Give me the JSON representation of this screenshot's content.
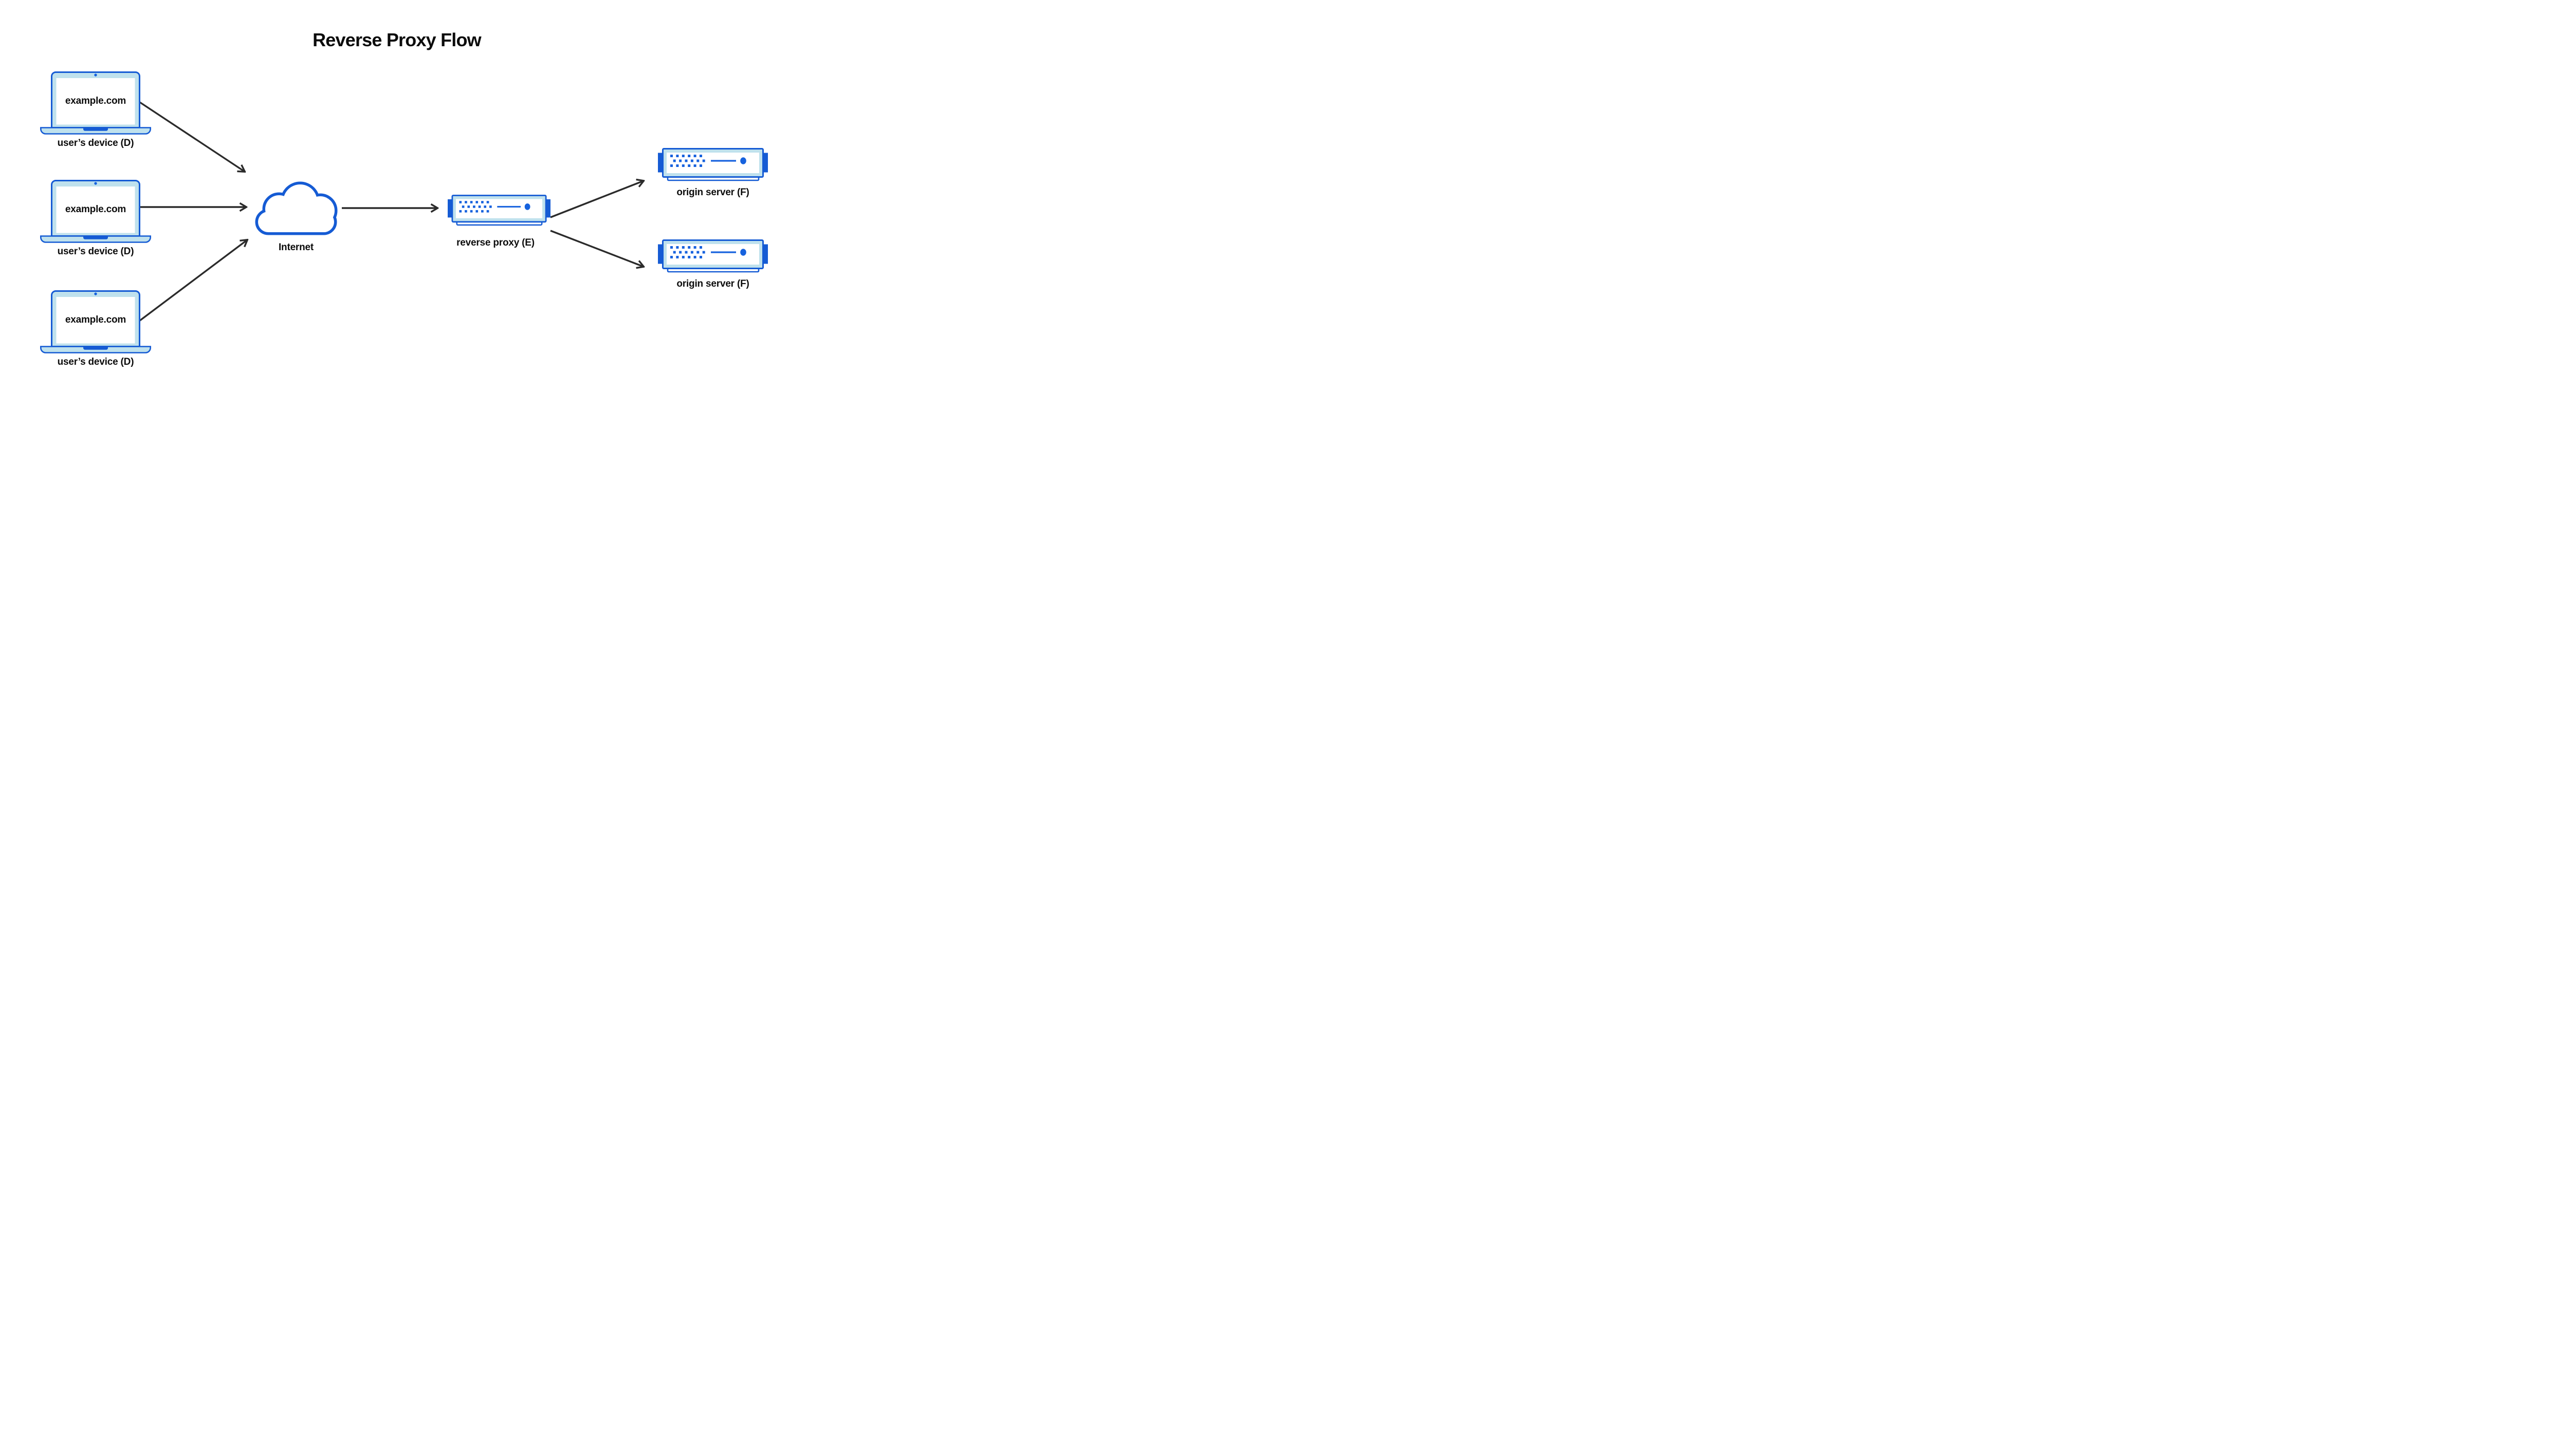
{
  "title": "Reverse Proxy Flow",
  "nodes": {
    "devices": [
      {
        "screen_text": "example.com",
        "label": "user’s device (D)"
      },
      {
        "screen_text": "example.com",
        "label": "user’s device (D)"
      },
      {
        "screen_text": "example.com",
        "label": "user’s device (D)"
      }
    ],
    "internet": {
      "label": "Internet"
    },
    "reverse_proxy": {
      "label": "reverse proxy (E)"
    },
    "origin_servers": [
      {
        "label": "origin server (F)"
      },
      {
        "label": "origin server (F)"
      }
    ]
  },
  "colors": {
    "outline_blue": "#155bd4",
    "accent_blue": "#1662de",
    "light_blue": "#bfe1ed",
    "arrow": "#2b2b2b",
    "text": "#0c0c0c",
    "background": "#ffffff"
  }
}
